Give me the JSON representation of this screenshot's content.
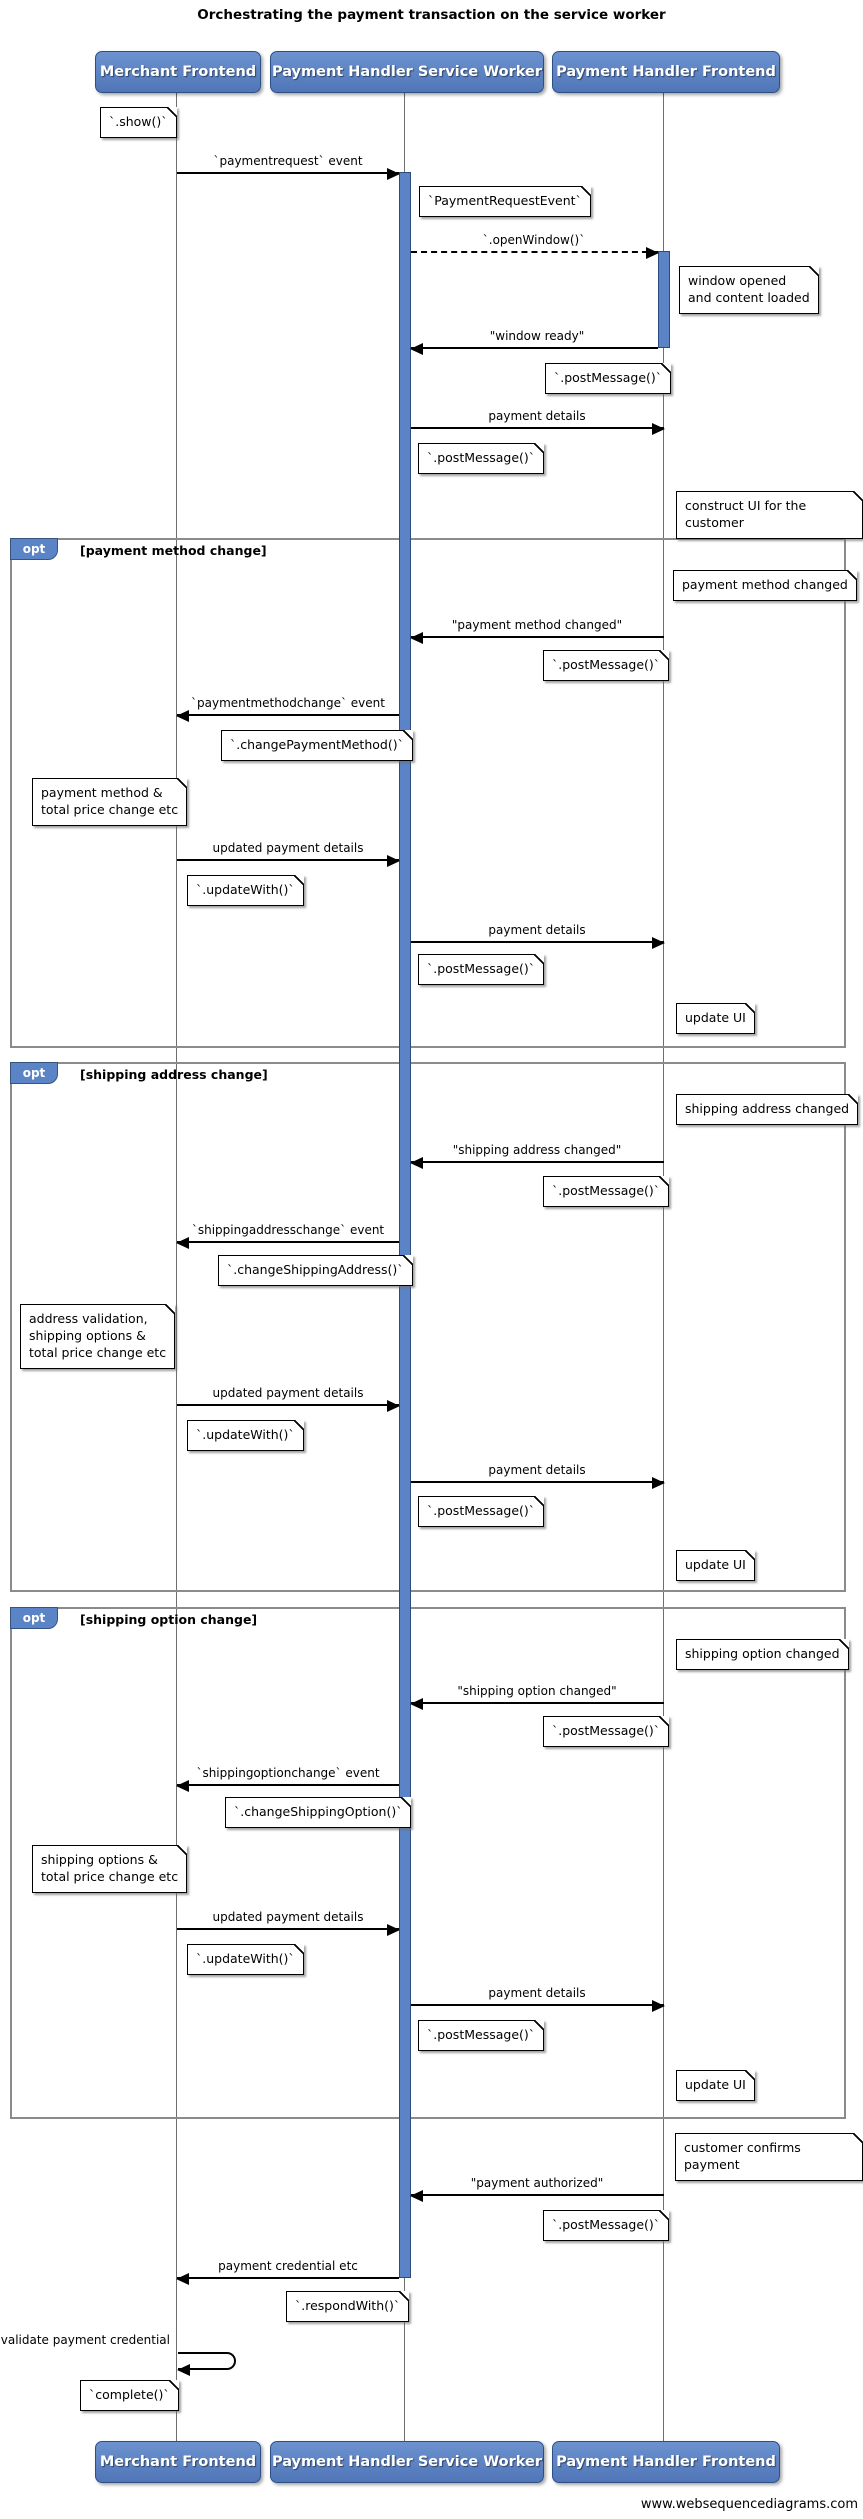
{
  "title": "Orchestrating the payment transaction on the service worker",
  "watermark": "www.websequencediagrams.com",
  "actors": {
    "merchant": "Merchant Frontend",
    "service_worker": "Payment Handler Service Worker",
    "frontend": "Payment Handler Frontend"
  },
  "fragments": {
    "opt_label": "opt",
    "payment_method_condition": "[payment method change]",
    "shipping_address_condition": "[shipping address change]",
    "shipping_option_condition": "[shipping option change]"
  },
  "messages": {
    "payment_request_event": "`paymentrequest` event",
    "open_window": "`.openWindow()`",
    "window_ready": "\"window ready\"",
    "payment_details": "payment details",
    "payment_method_changed": "\"payment method changed\"",
    "payment_method_change_event": "`paymentmethodchange` event",
    "updated_payment_details": "updated payment details",
    "shipping_address_changed": "\"shipping address changed\"",
    "shipping_address_change_event": "`shippingaddresschange` event",
    "shipping_option_changed": "\"shipping option changed\"",
    "shipping_option_change_event": "`shippingoptionchange` event",
    "payment_authorized": "\"payment authorized\"",
    "payment_credential": "payment credential etc",
    "validate_payment_credential": "validate payment credential"
  },
  "notes": {
    "show": "`.show()`",
    "payment_request_event": "`PaymentRequestEvent`",
    "window_opened": "window opened\nand content loaded",
    "post_message": "`.postMessage()`",
    "construct_ui": "construct UI for the customer",
    "payment_method_changed": "payment method changed",
    "change_payment_method": "`.changePaymentMethod()`",
    "method_price_change": "payment method &\ntotal price change etc",
    "update_with": "`.updateWith()`",
    "update_ui": "update UI",
    "shipping_address_changed": "shipping address changed",
    "change_shipping_address": "`.changeShippingAddress()`",
    "address_validation": "address validation,\nshipping options &\ntotal price change etc",
    "shipping_option_changed": "shipping option changed",
    "change_shipping_option": "`.changeShippingOption()`",
    "options_price_change": "shipping options &\ntotal price change etc",
    "customer_confirms": "customer confirms payment",
    "respond_with": "`.respondWith()`",
    "complete": "`complete()`"
  },
  "colors": {
    "actor_fill": "#5b84c6",
    "actor_border": "#2e4f86",
    "activation_fill": "#5b84c6",
    "frame_border": "#8b8b8b"
  }
}
